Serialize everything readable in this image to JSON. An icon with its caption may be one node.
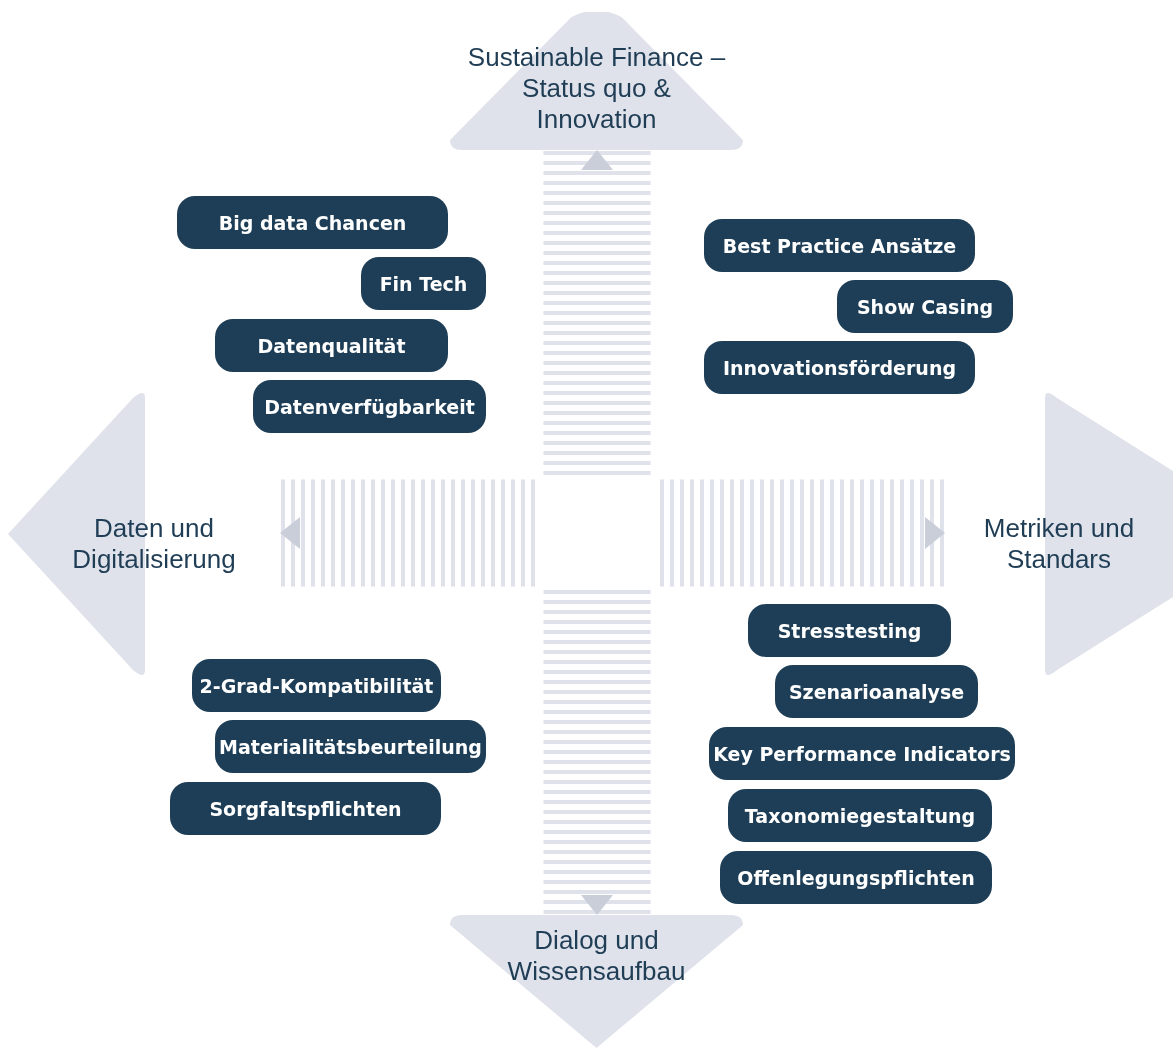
{
  "diagram": {
    "nodes": [
      {
        "text": [
          "Sustainable Finance – Status quo & Innovation"
        ]
      },
      {
        "text": [
          "Big data Chancen"
        ]
      },
      {
        "text": [
          "Best Practice Ansätze"
        ]
      },
      {
        "text": [
          "Fin Tech"
        ]
      },
      {
        "text": [
          "Show Casing"
        ]
      },
      {
        "text": [
          "Datenqualität"
        ]
      },
      {
        "text": [
          "Innovationsförderung"
        ]
      },
      {
        "text": [
          "Datenverfügbarkeit"
        ]
      },
      {
        "text": [
          "Daten und Digitalisierung"
        ]
      },
      {
        "text": [
          "Metriken und Standars"
        ]
      },
      {
        "text": [
          "Stresstesting"
        ]
      },
      {
        "text": [
          "2-Grad-Kompatibilität"
        ]
      },
      {
        "text": [
          "Szenarioanalyse"
        ]
      },
      {
        "text": [
          "Materialitätsbeurteilung"
        ]
      },
      {
        "text": [
          "Key Performance Indicators"
        ]
      },
      {
        "text": [
          "Sorgfaltspflichten"
        ]
      },
      {
        "text": [
          "Taxonomiegestaltung"
        ]
      },
      {
        "text": [
          "Offenlegungspflichten"
        ]
      },
      {
        "text": [
          "Dialog und Wissensaufbau"
        ]
      }
    ],
    "edges": [
      {
        "from": null,
        "to": 0,
        "arrow": "to"
      },
      {
        "from": null,
        "to": 8,
        "arrow": "to"
      },
      {
        "from": null,
        "to": 9,
        "arrow": "to"
      },
      {
        "from": null,
        "to": 18,
        "arrow": "to"
      }
    ]
  }
}
